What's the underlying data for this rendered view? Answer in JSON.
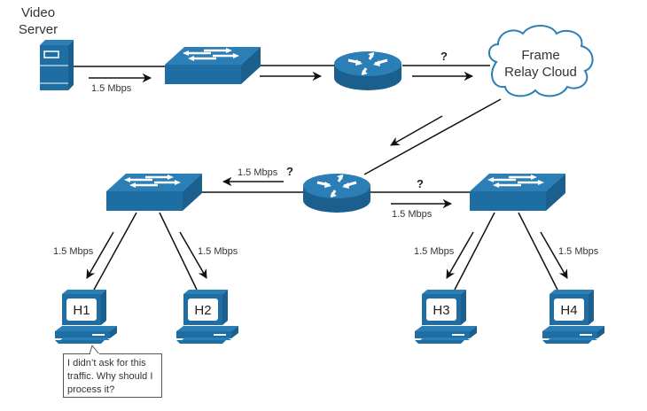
{
  "colors": {
    "device_fill": "#1f6ea3",
    "device_top": "#2b7fb6",
    "device_icon_glyph": "#ffffff",
    "line": "#111111",
    "cloud_stroke": "#2b7fb6"
  },
  "nodes": {
    "video_server": {
      "label_line1": "Video",
      "label_line2": "Server",
      "icon": "server-icon"
    },
    "switch_top": {
      "icon": "switch-icon"
    },
    "router_top": {
      "icon": "router-icon"
    },
    "cloud": {
      "label_line1": "Frame",
      "label_line2": "Relay Cloud",
      "icon": "cloud-icon"
    },
    "router_mid": {
      "icon": "router-icon"
    },
    "switch_left": {
      "icon": "switch-icon"
    },
    "switch_right": {
      "icon": "switch-icon"
    },
    "hosts": [
      {
        "label": "H1",
        "icon": "pc-icon"
      },
      {
        "label": "H2",
        "icon": "pc-icon"
      },
      {
        "label": "H3",
        "icon": "pc-icon"
      },
      {
        "label": "H4",
        "icon": "pc-icon"
      }
    ]
  },
  "flows": {
    "server_to_switch": "1.5 Mbps",
    "router_to_cloud": "?",
    "router_to_left_switch_rate": "1.5 Mbps",
    "router_to_left_switch_q": "?",
    "router_to_right_switch_q": "?",
    "router_to_right_switch_rate": "1.5 Mbps",
    "to_h1": "1.5 Mbps",
    "to_h2": "1.5 Mbps",
    "to_h3": "1.5 Mbps",
    "to_h4": "1.5 Mbps"
  },
  "callout": {
    "text": "I didn’t ask for this traffic. Why should I process it?"
  }
}
